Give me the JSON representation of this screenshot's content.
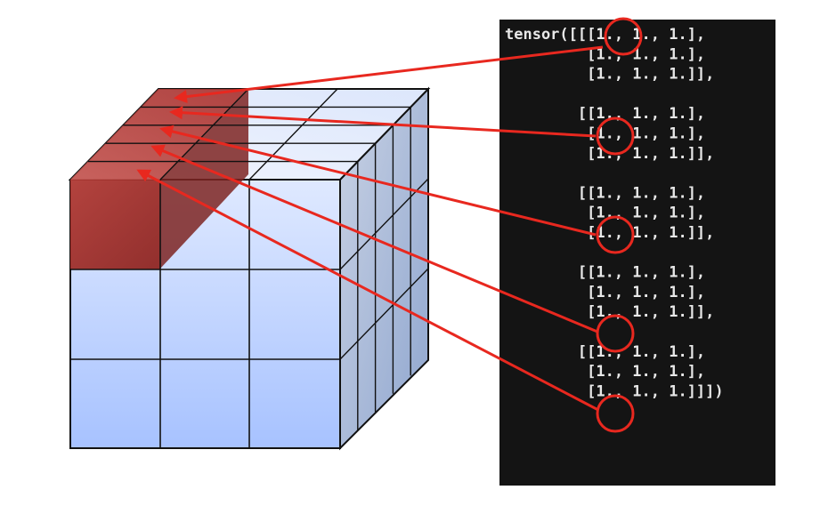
{
  "terminal": {
    "background": "#141414",
    "text_color": "#e8e8e8",
    "lines": [
      "tensor([[[1., 1., 1.],",
      "         [1., 1., 1.],",
      "         [1., 1., 1.]],",
      "",
      "        [[1., 1., 1.],",
      "         [1., 1., 1.],",
      "         [1., 1., 1.]],",
      "",
      "        [[1., 1., 1.],",
      "         [1., 1., 1.],",
      "         [1., 1., 1.]],",
      "",
      "        [[1., 1., 1.],",
      "         [1., 1., 1.],",
      "         [1., 1., 1.]],",
      "",
      "        [[1., 1., 1.],",
      "         [1., 1., 1.],",
      "         [1., 1., 1.]]])"
    ]
  },
  "cube": {
    "front_columns": 3,
    "front_rows": 3,
    "depth_layers": 5,
    "highlighted_slice": "first element of each of the 5 matrices",
    "colors": {
      "face_top": "#a9c6ff",
      "face_bottom": "#d9e5ff",
      "side_shade": "#9fb0cc",
      "highlight_red": "#a8302c",
      "outline": "#111111"
    }
  },
  "annotations": {
    "marker_color": "#e8281f",
    "marker_shape": "circle",
    "arrow_count": 5
  }
}
